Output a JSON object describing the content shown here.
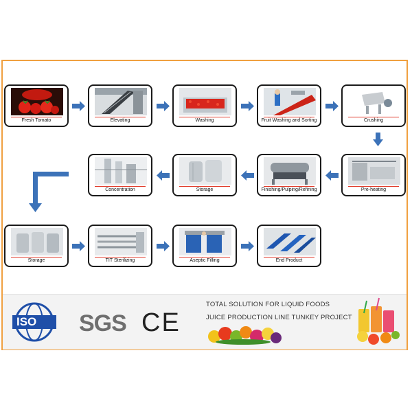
{
  "steps": [
    {
      "label": "Fresh Tomato"
    },
    {
      "label": "Elevating"
    },
    {
      "label": "Washing"
    },
    {
      "label": "Fruit Washing and Sorting"
    },
    {
      "label": "Crushing"
    },
    {
      "label": "Pre-heating"
    },
    {
      "label": "Finishing/Pulping/Refining"
    },
    {
      "label": "Storage"
    },
    {
      "label": "Concentration"
    },
    {
      "label": "Storage"
    },
    {
      "label": "TIT Sterilizing"
    },
    {
      "label": "Aseptic Filling"
    },
    {
      "label": "End Product"
    }
  ],
  "footer": {
    "iso": "ISO",
    "sgs": "SGS",
    "ce": "CE",
    "tagline_1": "TOTAL SOLUTION FOR LIQUID FOODS",
    "tagline_2": "JUICE PRODUCTION LINE TUNKEY PROJECT"
  },
  "colors": {
    "frame": "#f0a040",
    "arrow": "#3c72b8",
    "step_underline": "#e03a2a",
    "iso_blue": "#1f4fa8"
  }
}
